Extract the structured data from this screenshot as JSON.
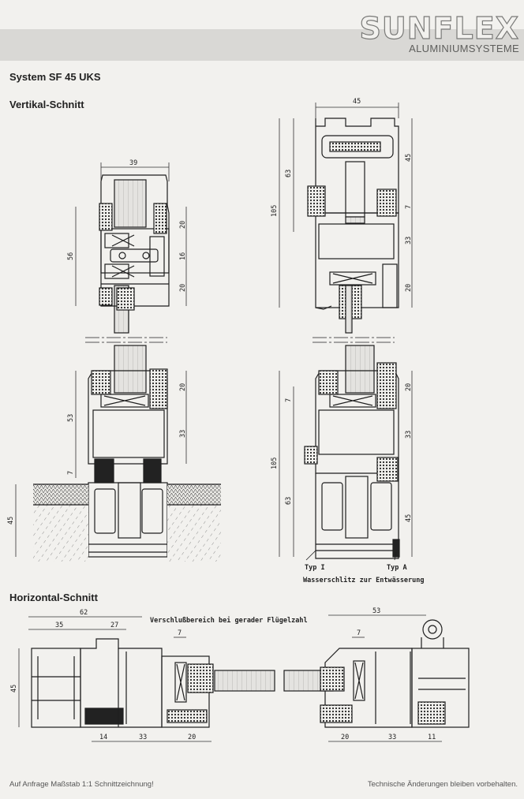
{
  "brand": {
    "name": "SUNFLEX",
    "subtitle": "ALUMINIUMSYSTEME"
  },
  "headings": {
    "system": "System SF 45 UKS",
    "vertical": "Vertikal-Schnitt",
    "horizontal": "Horizontal-Schnitt"
  },
  "labels": {
    "typ_i": "Typ I",
    "typ_a": "Typ A",
    "drainage": "Wasserschlitz zur Entwässerung",
    "locking": "Verschlußbereich bei gerader Flügelzahl"
  },
  "dimensions": {
    "v_top_left": [
      "39",
      "56",
      "20",
      "16",
      "20"
    ],
    "v_top_right": [
      "45",
      "105",
      "63",
      "45",
      "7",
      "33",
      "20"
    ],
    "v_bot_left": [
      "53",
      "7",
      "45",
      "20",
      "33"
    ],
    "v_bot_right": [
      "105",
      "7",
      "63",
      "20",
      "33",
      "45"
    ],
    "h_left": [
      "62",
      "35",
      "27",
      "7",
      "45",
      "14",
      "33",
      "20"
    ],
    "h_right": [
      "53",
      "7",
      "20",
      "33",
      "11"
    ]
  },
  "footer": {
    "left": "Auf Anfrage Maßstab 1:1 Schnittzeichnung!",
    "right": "Technische Änderungen bleiben vorbehalten."
  }
}
